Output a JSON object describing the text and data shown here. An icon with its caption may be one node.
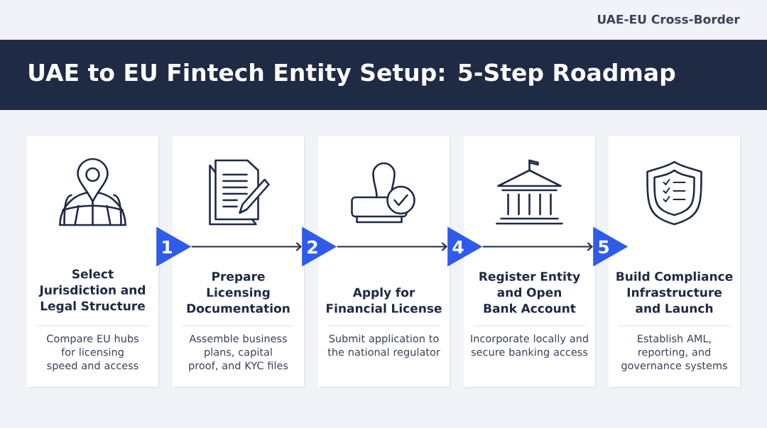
{
  "diagram": {
    "title": "UAE to EU Fintech Entity Setup: 5-Step Roadmap",
    "nodes": [
      {
        "text": [
          "Select Jurisdiction and Legal Structure",
          "Compare EU hubs for licensing speed and access"
        ]
      },
      {
        "text": [
          "Prepare Licensing Documentation",
          "Assemble business plans, capital proof, and KYC files"
        ]
      },
      {
        "text": [
          "Apply for Financial License",
          "Submit application to the national regulator"
        ]
      },
      {
        "text": [
          "Register Entity and Open Bank Account",
          "Incorporate locally and secure banking access"
        ]
      },
      {
        "text": [
          "Build Compliance Infrastructure and Launch",
          "Establish AML, reporting, and governance systems"
        ]
      },
      {
        "text": [
          "1"
        ]
      },
      {
        "text": [
          "2"
        ]
      },
      {
        "text": [
          "4"
        ]
      },
      {
        "text": [
          "5"
        ]
      }
    ],
    "edges": [
      {
        "from": 5,
        "to": 6,
        "arrow": "to"
      },
      {
        "from": 6,
        "to": 7,
        "arrow": "to"
      },
      {
        "from": 7,
        "to": 8,
        "arrow": "to"
      }
    ],
    "labels": [
      "UAE-EU Cross-Border"
    ]
  }
}
